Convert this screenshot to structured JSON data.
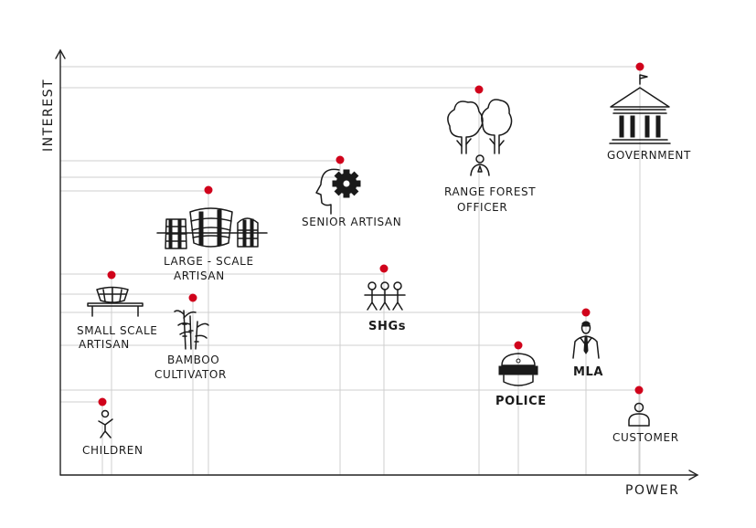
{
  "axes": {
    "x_label": "POWER",
    "y_label": "INTEREST"
  },
  "colors": {
    "dot": "#d0021b",
    "ink": "#1a1a1a",
    "grid": "#cfcfcf"
  },
  "stakeholders": [
    {
      "id": "children",
      "label_lines": [
        "CHILDREN"
      ],
      "icon": "child-icon"
    },
    {
      "id": "small-scale-artisan",
      "label_lines": [
        "SMALL SCALE",
        "ARTISAN"
      ],
      "icon": "basket-on-table-icon"
    },
    {
      "id": "bamboo-cultivator",
      "label_lines": [
        "BAMBOO",
        "CULTIVATOR"
      ],
      "icon": "bamboo-icon"
    },
    {
      "id": "large-scale-artisan",
      "label_lines": [
        "LARGE - SCALE",
        "ARTISAN"
      ],
      "icon": "baskets-icon"
    },
    {
      "id": "senior-artisan",
      "label_lines": [
        "SENIOR ARTISAN"
      ],
      "icon": "head-gear-icon"
    },
    {
      "id": "shgs",
      "label_lines": [
        "SHGs"
      ],
      "icon": "group-people-icon"
    },
    {
      "id": "range-forest-officer",
      "label_lines": [
        "RANGE FOREST",
        "OFFICER"
      ],
      "icon": "trees-officer-icon"
    },
    {
      "id": "police",
      "label_lines": [
        "POLICE"
      ],
      "icon": "police-cap-icon"
    },
    {
      "id": "mla",
      "label_lines": [
        "MLA"
      ],
      "icon": "politician-icon"
    },
    {
      "id": "government",
      "label_lines": [
        "GOVERNMENT"
      ],
      "icon": "government-building-icon"
    },
    {
      "id": "customer",
      "label_lines": [
        "CUSTOMER"
      ],
      "icon": "customer-icon"
    }
  ]
}
